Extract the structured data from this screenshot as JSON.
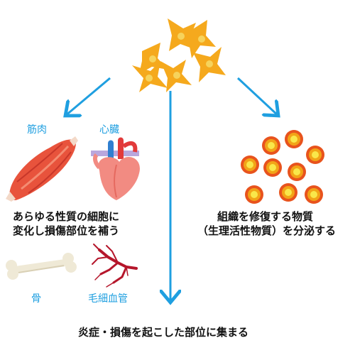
{
  "labels": {
    "muscle": "筋肉",
    "heart": "心臓",
    "bone": "骨",
    "capillary": "毛細血管",
    "differentiation_line1": "あらゆる性質の細胞に",
    "differentiation_line2": "変化し損傷部位を補う",
    "secretion_line1": "組織を修復する物質",
    "secretion_line2": "（生理活性物質）を分泌する",
    "homing": "炎症・損傷を起こした部位に集まる"
  },
  "colors": {
    "arrow": "#1f9fe0",
    "label_text": "#1f9fe0",
    "body_text": "#111111",
    "stem_cell_fill": "#f5a91d",
    "stem_cell_nucleus": "#f6d35c",
    "secreting_cell_outer": "#e8531d",
    "secreting_cell_inner": "#f2a417",
    "secreting_cell_core": "#f9e74a"
  }
}
